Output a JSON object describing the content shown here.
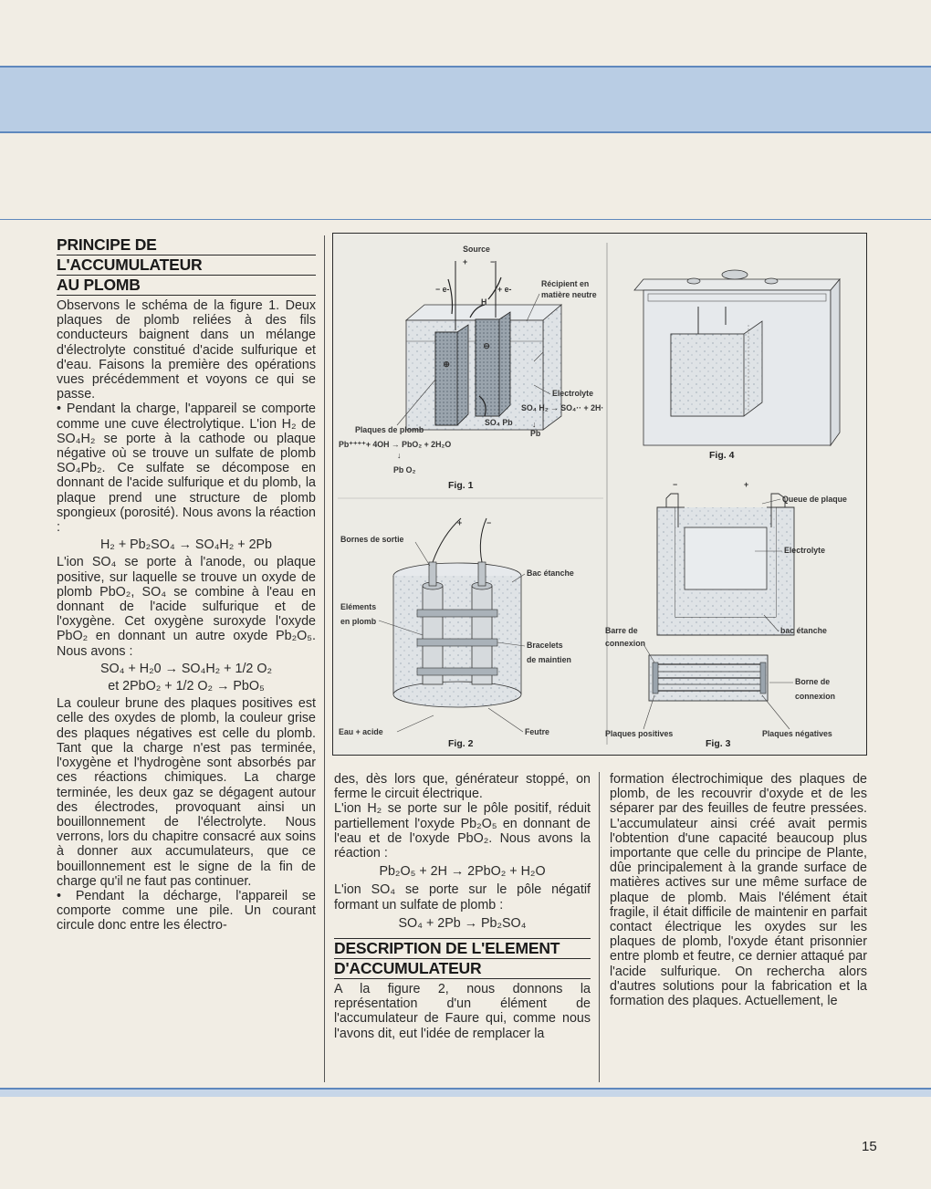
{
  "article": {
    "heading_lines": [
      "PRINCIPE DE",
      "L'ACCUMULATEUR",
      "AU PLOMB"
    ],
    "col1": [
      "Observons le schéma de la figure 1. Deux plaques de plomb reliées à des fils conducteurs baignent dans un mélange d'électrolyte constitué d'acide sulfurique et d'eau. Faisons la première des opérations vues précédemment et voyons ce qui se passe.",
      "• Pendant la charge, l'appareil se comporte comme une cuve électrolytique. L'ion H₂ de SO₄H₂ se porte à la cathode ou plaque négative où se trouve un sulfate de plomb SO₄Pb₂. Ce sulfate se décompose en donnant de l'acide sulfurique et du plomb, la plaque prend une structure de plomb spongieux (porosité). Nous avons la réaction :",
      "H₂ + Pb₂SO₄ → SO₄H₂ + 2Pb",
      "L'ion SO₄ se porte à l'anode, ou plaque positive, sur laquelle se trouve un oxyde de plomb PbO₂, SO₄ se combine à l'eau en donnant de l'acide sulfurique et de l'oxygène. Cet oxygène suroxyde l'oxyde PbO₂ en donnant un autre oxyde Pb₂O₅. Nous avons :",
      "SO₄ + H₂0 → SO₄H₂ + 1/2 O₂",
      "et 2PbO₂ + 1/2 O₂ → PbO₅",
      "La couleur brune des plaques positives est celle des oxydes de plomb, la couleur grise des plaques négatives est celle du plomb. Tant que la charge n'est pas terminée, l'oxygène et l'hydrogène sont absorbés par ces réactions chimiques. La charge terminée, les deux gaz se dégagent autour des électrodes, provoquant ainsi un bouillonnement de l'électrolyte. Nous verrons, lors du chapitre consacré aux soins à donner aux accumulateurs, que ce bouillonnement est le signe de la fin de charge qu'il ne faut pas continuer.",
      "• Pendant la décharge, l'appareil se comporte comme une pile. Un courant circule donc entre les électro-"
    ],
    "col2": [
      "des, dès lors que, générateur stoppé, on ferme le circuit électrique.",
      "L'ion H₂ se porte sur le pôle positif, réduit partiellement l'oxyde Pb₂O₅ en donnant de l'eau et de l'oxyde PbO₂. Nous avons la réaction :",
      "Pb₂O₅ + 2H → 2PbO₂ + H₂O",
      "L'ion SO₄ se porte sur le pôle négatif formant un sulfate de plomb :",
      "SO₄ + 2Pb → Pb₂SO₄"
    ],
    "heading2_lines": [
      "DESCRIPTION DE L'ELEMENT",
      "D'ACCUMULATEUR"
    ],
    "col2b": "A la figure 2, nous donnons la représentation d'un élément de l'accumulateur de Faure qui, comme nous l'avons dit, eut l'idée de remplacer la",
    "col3": "formation électrochimique des plaques de plomb, de les recouvrir d'oxyde et de les séparer par des feuilles de feutre pressées. L'accumulateur ainsi créé avait permis l'obtention d'une capacité beaucoup plus importante que celle du principe de Plante, dûe principalement à la grande surface de matières actives sur une même surface de plaque de plomb. Mais l'élément était fragile, il était difficile de maintenir en parfait contact électrique les oxydes sur les plaques de plomb, l'oxyde étant prisonnier entre plomb et feutre, ce dernier attaqué par l'acide sulfurique. On rechercha alors d'autres solutions pour la fabrication et la formation des plaques. Actuellement, le"
  },
  "figures": {
    "fig1": {
      "caption": "Fig. 1",
      "source": "Source",
      "plus": "+",
      "minus": "−",
      "e_left": "− e-",
      "e_right": "+ e-",
      "h": "H",
      "recipient": [
        "Récipient en",
        "matière neutre"
      ],
      "electrolyte": "Electrolyte",
      "reaction_right": "SO₄ H₂ → SO₄·· + 2H·",
      "so4pb": "SO₄ Pb",
      "pb": "Pb",
      "plaques": "Plaques de plomb",
      "reaction_bottom": "Pb⁺⁺⁺⁺+ 4OH → PbO₂ + 2H₂O",
      "pbo2": "Pb O₂"
    },
    "fig2": {
      "caption": "Fig. 2",
      "plus": "+",
      "minus": "−",
      "bornes": "Bornes de sortie",
      "bac": "Bac étanche",
      "elements": [
        "Eléments",
        "en plomb"
      ],
      "bracelets": [
        "Bracelets",
        "de maintien"
      ],
      "eau": "Eau + acide",
      "feutre": "Feutre"
    },
    "fig3": {
      "caption": "Fig. 3",
      "minus": "−",
      "plus": "+",
      "queue": "Queue de plaque",
      "electrolyte": "Electrolyte",
      "bac": "bac étanche",
      "barre": [
        "Barre de",
        "connexion"
      ],
      "borne": [
        "Borne de",
        "connexion"
      ],
      "positives": "Plaques positives",
      "negatives": "Plaques négatives"
    },
    "fig4": {
      "caption": "Fig. 4"
    }
  },
  "page_number": "15",
  "colors": {
    "band": "#b9cde4",
    "rule": "#5f88bd",
    "paper": "#f1ede4"
  }
}
